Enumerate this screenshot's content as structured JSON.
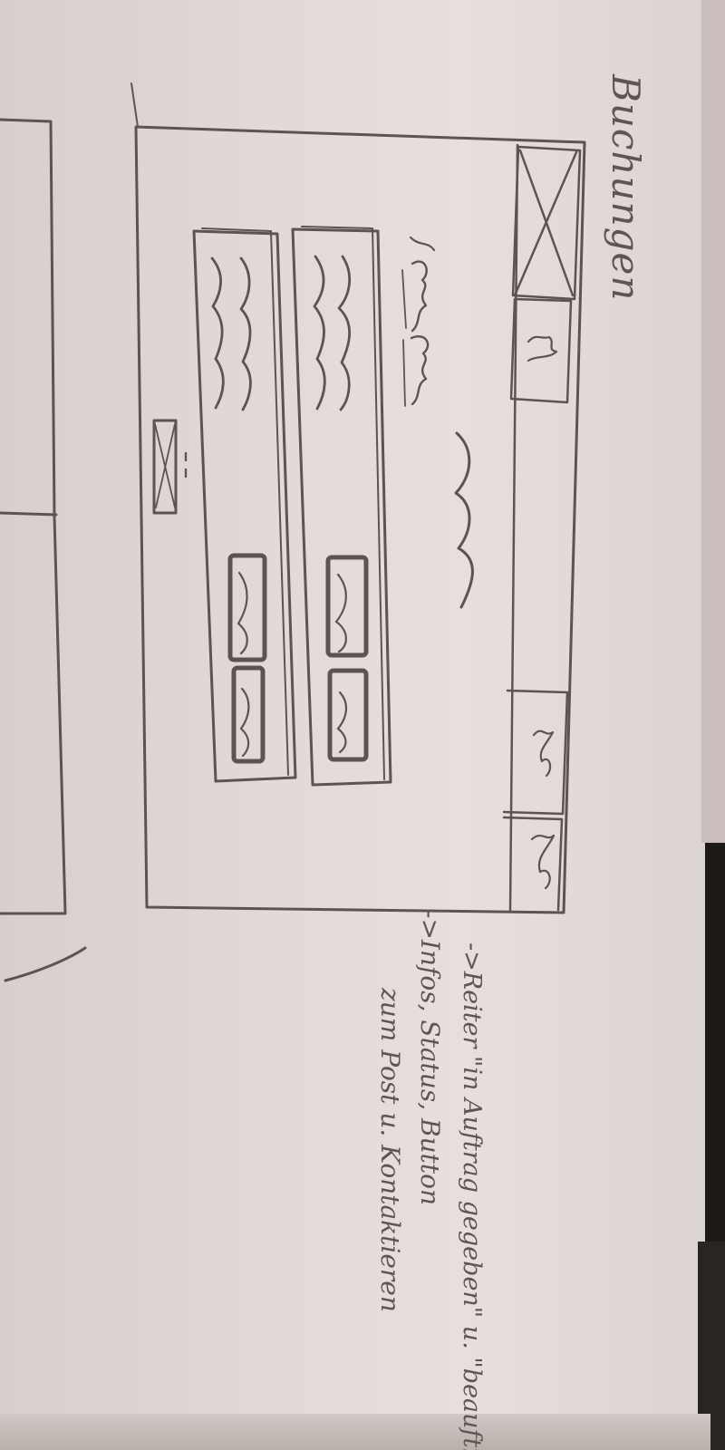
{
  "sketch": {
    "title": "Buchungen",
    "notes": [
      "->Reiter \"in Auftrag gegeben\" u. \"beauftragt\"",
      "->Infos, Status, Button",
      "zum Post u. Kontaktieren"
    ]
  }
}
